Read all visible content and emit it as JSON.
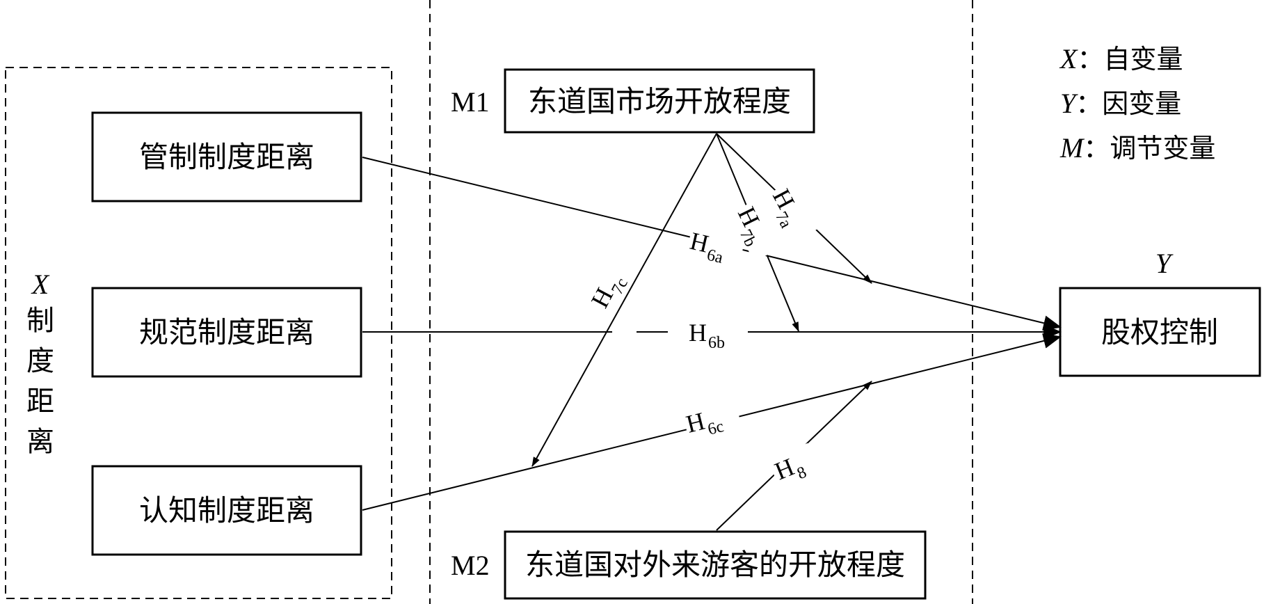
{
  "x_group": {
    "var_label": "X",
    "title_chars": [
      "制",
      "度",
      "距",
      "离"
    ],
    "items": [
      {
        "label": "管制制度距离"
      },
      {
        "label": "规范制度距离"
      },
      {
        "label": "认知制度距离"
      }
    ]
  },
  "moderators": {
    "m1": {
      "code": "M1",
      "label": "东道国市场开放程度"
    },
    "m2": {
      "code": "M2",
      "label": "东道国对外来游客的开放程度"
    }
  },
  "outcome": {
    "var_label": "Y",
    "label": "股权控制"
  },
  "legend": [
    {
      "var": "X",
      "text": "：自变量"
    },
    {
      "var": "Y",
      "text": "：因变量"
    },
    {
      "var": "M",
      "text": "：调节变量"
    }
  ],
  "hypotheses": {
    "h6a": {
      "main": "H",
      "sub": "6a"
    },
    "h6b": {
      "main": "H",
      "sub": "6b"
    },
    "h6c": {
      "main": "H",
      "sub": "6c"
    },
    "h7a": {
      "main": "H",
      "sub": "7a"
    },
    "h7b": {
      "main": "H",
      "sub": "7b"
    },
    "h7c": {
      "main": "H",
      "sub": "7c"
    },
    "h8": {
      "main": "H",
      "sub": "8"
    }
  }
}
